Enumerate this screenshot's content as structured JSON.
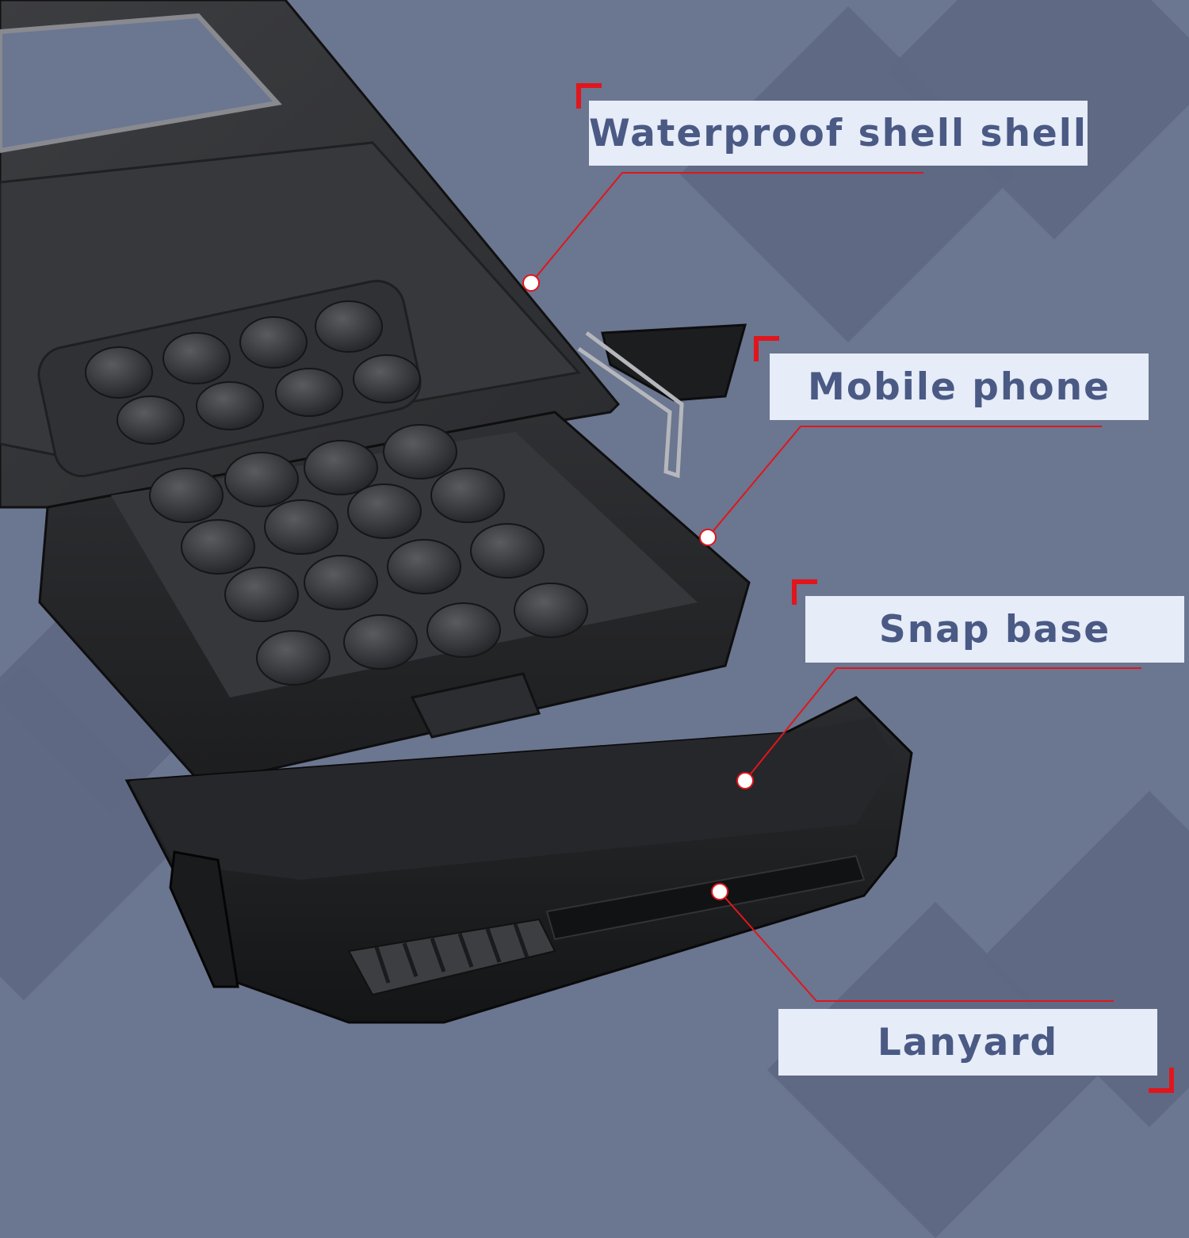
{
  "callouts": {
    "shell": {
      "label": "Waterproof shell shell"
    },
    "phone": {
      "label": "Mobile phone"
    },
    "base": {
      "label": "Snap base"
    },
    "lanyard": {
      "label": "Lanyard"
    }
  },
  "colors": {
    "background": "#6b7690",
    "diamond": "#5e6882",
    "label_bg": "#e6ecf8",
    "label_text": "#4a5a84",
    "accent_red": "#e0161c"
  },
  "icons": [
    "product-photo",
    "callout-dot",
    "corner-bracket"
  ]
}
